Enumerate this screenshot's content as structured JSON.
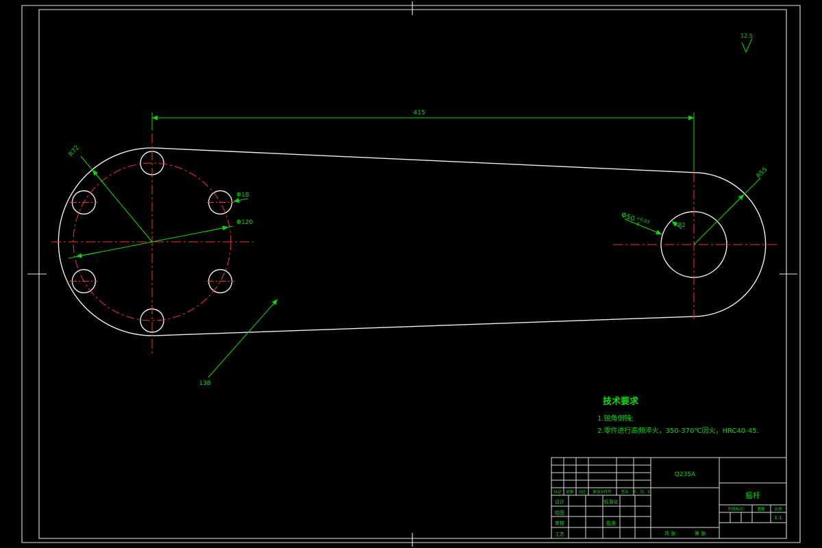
{
  "drawing": {
    "roughness": "12.5",
    "dims": {
      "center_distance": "415",
      "bolt_circle": "Φ120",
      "hole_dia": "Φ18",
      "left_radius": "R72",
      "arm_note": "138",
      "right_radius": "R55",
      "bore_dia": "Φ50",
      "bore_tol_upper": "+0.03",
      "bore_tol_lower": "0",
      "fillet": "R2"
    },
    "tech": {
      "title": "技术要求",
      "item1": "1.锐角倒钝;",
      "item2": "2.零件进行高频淬火，350-370℃回火，HRC40-45."
    }
  },
  "title_block": {
    "material": "Q235A",
    "part_name": "摇杆",
    "scale_value": "1:1",
    "headers": {
      "h0": "标记",
      "h1": "处数",
      "h2": "分区",
      "h3": "更改文件号",
      "h4": "签名",
      "h5": "年、月、日"
    },
    "staff": {
      "s0": "设计",
      "s1": "绘图",
      "s2": "审核",
      "s3": "工艺",
      "r0": "标准化",
      "r1": "批准"
    },
    "labels": {
      "stage": "阶段标记",
      "weight": "重量",
      "scale": "比例",
      "sheets": "共 张",
      "page": "第 张"
    }
  },
  "colors": {
    "background": "#000000",
    "outline": "#f0f0f0",
    "dimension": "#00dd00",
    "centerline": "#ff3030"
  }
}
